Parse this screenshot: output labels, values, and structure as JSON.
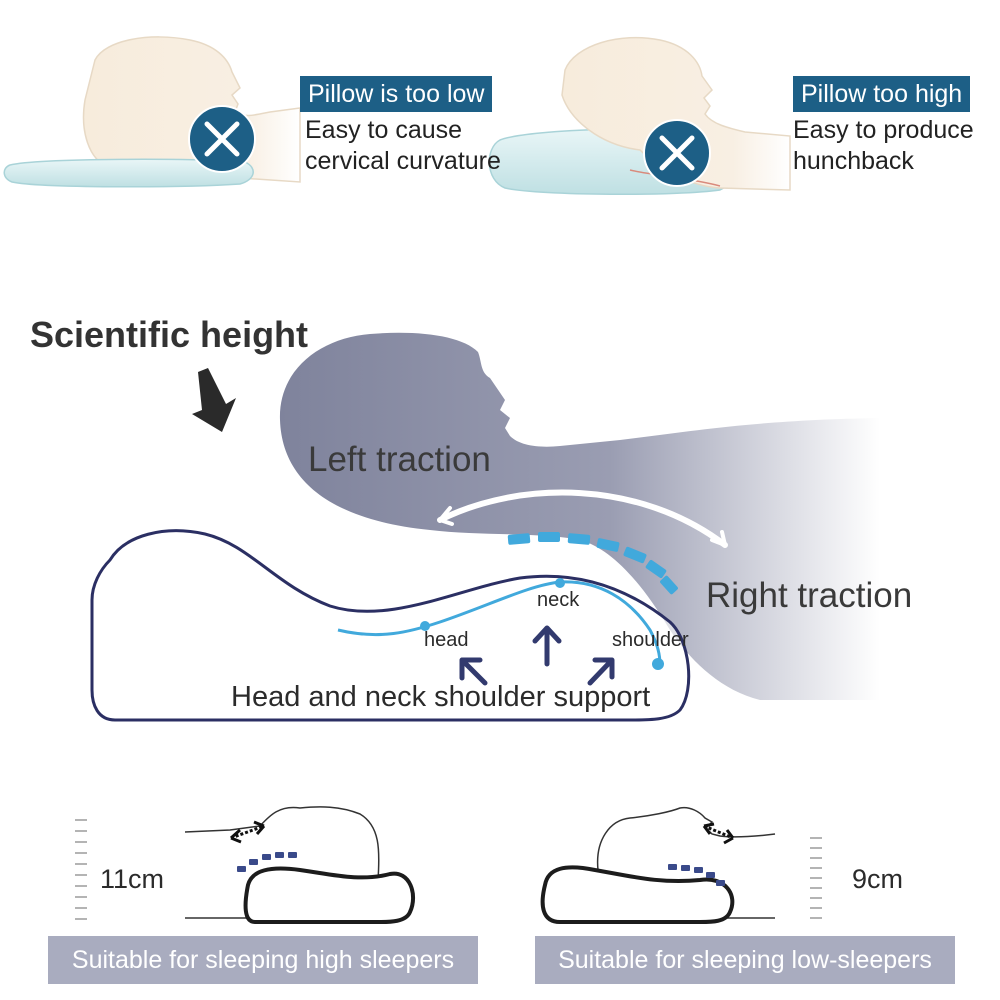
{
  "top": {
    "low": {
      "tag": "Pillow is too low",
      "line1": "Easy to cause",
      "line2": "cervical curvature",
      "badge": "X"
    },
    "high": {
      "tag": "Pillow too high",
      "line1": "Easy to produce",
      "line2": "hunchback",
      "badge": "X"
    }
  },
  "middle": {
    "title": "Scientific height",
    "left_traction": "Left traction",
    "right_traction": "Right traction",
    "head": "head",
    "neck": "neck",
    "shoulder": "shoulder",
    "support": "Head and neck shoulder support"
  },
  "bottom": {
    "left": {
      "height": "11cm",
      "label": "Suitable for sleeping high sleepers"
    },
    "right": {
      "height": "9cm",
      "label": "Suitable for sleeping low-sleepers"
    }
  },
  "colors": {
    "badge": "#1d5f86",
    "tag_bg": "#1d5f86",
    "head_silhouette": "#8a8ea6",
    "pillow_outline": "#2b2f63",
    "spine": "#41a9dc",
    "bottom_label_bg": "#a9acbf"
  },
  "icons": [
    "x-mark-icon",
    "down-arrow-icon",
    "curved-arrow-icon",
    "support-arrow-icon",
    "double-arrow-icon"
  ]
}
